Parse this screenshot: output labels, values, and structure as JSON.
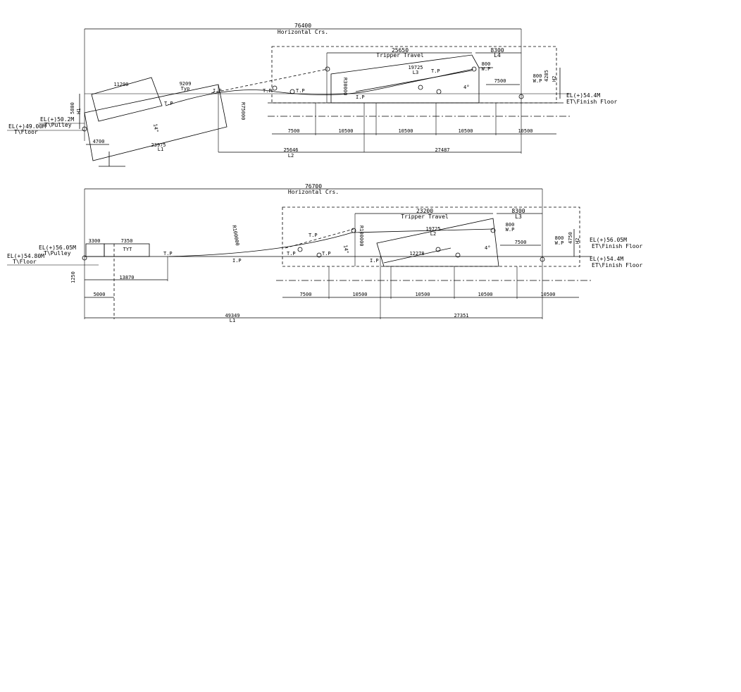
{
  "top": {
    "horizontal_crs_value": "76400",
    "horizontal_crs_label": "Horizontal Crs.",
    "tripper_travel_value": "25650",
    "tripper_travel_label": "Tripper Travel",
    "l4_value": "8300",
    "l4_label": "L4",
    "l3_value": "19725",
    "l3_label": "L3",
    "wp_value": "800",
    "wp_label": "W.P",
    "wp2_value": "800",
    "wp2_label": "W.P",
    "dim_7500_right": "7500",
    "h2_value": "4285",
    "h2_label": "H2",
    "r_upper": "R30000",
    "r_lower": "R75000",
    "typ_value": "9209",
    "typ_label": "Typ",
    "len_11200": "11200",
    "angle_a": "14°",
    "angle_b": "4°",
    "h1_value": "5800",
    "h1_label": "H1",
    "el_pulley": "EL(+)50.2M",
    "el_pulley_label": "T\\Pulley",
    "el_floor": "EL(+)49.00M",
    "el_floor_label": "T\\Floor",
    "el_finish": "EL(+)54.4M",
    "el_finish_label": "ET\\Finish Floor",
    "dim_4700": "4700",
    "l1_value": "23975",
    "l1_label": "L1",
    "l2_value": "25646",
    "l2_label": "L2",
    "dim_27487": "27487",
    "tp": "T.P",
    "ip": "I.P",
    "bottom_dims": [
      "7500",
      "10500",
      "10500",
      "10500",
      "10500"
    ]
  },
  "bottom": {
    "horizontal_crs_value": "76700",
    "horizontal_crs_label": "Horizontal Crs.",
    "tripper_travel_value": "23200",
    "tripper_travel_label": "Tripper Travel",
    "l3_value": "8300",
    "l3_label": "L3",
    "l2_value": "19725",
    "l2_label": "L2",
    "len_12278": "12278",
    "wp_value": "800",
    "wp_label": "W.P",
    "wp2_value": "800",
    "wp2_label": "W.P",
    "dim_7500_right": "7500",
    "h2_value": "4750",
    "h2_label": "H2",
    "r_left": "R100000",
    "r_right": "R100000",
    "angle_a": "14°",
    "angle_b": "4°",
    "dim_3300": "3300",
    "dim_7350": "7350",
    "tyt": "TYT",
    "el_pulley": "EL(+)56.05M",
    "el_pulley_label": "T\\Pulley",
    "el_floor": "EL(+)54.80M",
    "el_floor_label": "T\\Floor",
    "el_finish_a": "EL(+)56.05M",
    "el_finish_a_label": "ET\\Finish Floor",
    "el_finish_b": "EL(+)54.4M",
    "el_finish_b_label": "ET\\Finish Floor",
    "dim_1250": "1250",
    "dim_13870": "13870",
    "dim_5000": "5000",
    "l1_value": "49349",
    "l1_label": "L1",
    "dim_27351": "27351",
    "tp": "T.P",
    "ip": "I.P",
    "bottom_dims": [
      "7500",
      "10500",
      "10500",
      "10500",
      "10500"
    ]
  }
}
